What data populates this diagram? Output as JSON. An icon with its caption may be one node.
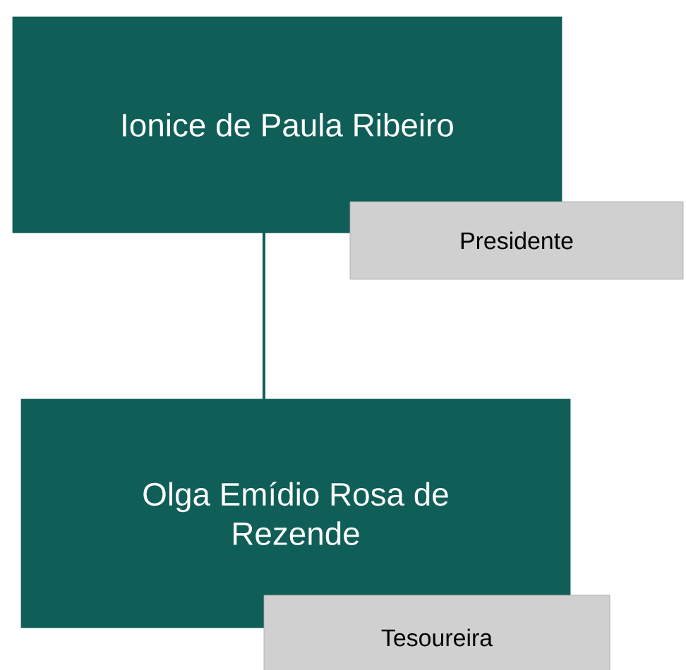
{
  "diagram": {
    "nodes": [
      {
        "text": [
          "Ionice de Paula Ribeiro"
        ]
      },
      {
        "text": [
          "Presidente"
        ]
      },
      {
        "text": [
          "Olga Emídio Rosa de Rezende"
        ]
      },
      {
        "text": [
          "Tesoureira"
        ]
      }
    ],
    "edges": [
      {
        "from": 0,
        "to": 2,
        "arrow": "none"
      }
    ]
  }
}
